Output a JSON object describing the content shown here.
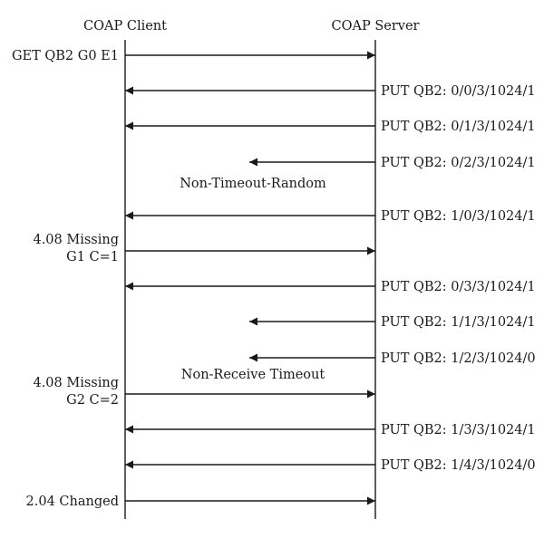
{
  "headers": {
    "client": "COAP Client",
    "server": "COAP Server"
  },
  "messages": [
    {
      "label": "GET QB2 G0 E1",
      "direction": "to-server",
      "kind": "full"
    },
    {
      "label": "PUT QB2: 0/0/3/1024/1",
      "direction": "to-client",
      "kind": "full"
    },
    {
      "label": "PUT QB2: 0/1/3/1024/1",
      "direction": "to-client",
      "kind": "full"
    },
    {
      "label": "PUT QB2: 0/2/3/1024/1",
      "direction": "to-client",
      "kind": "lost"
    },
    {
      "label": "PUT QB2: 1/0/3/1024/1",
      "direction": "to-client",
      "kind": "full"
    },
    {
      "label": [
        "4.08 Missing",
        "G1 C=1"
      ],
      "direction": "to-server",
      "kind": "full"
    },
    {
      "label": "PUT QB2: 0/3/3/1024/1",
      "direction": "to-client",
      "kind": "full"
    },
    {
      "label": "PUT QB2: 1/1/3/1024/1",
      "direction": "to-client",
      "kind": "lost"
    },
    {
      "label": "PUT QB2: 1/2/3/1024/0",
      "direction": "to-client",
      "kind": "lost"
    },
    {
      "label": [
        "4.08 Missing",
        "G2 C=2"
      ],
      "direction": "to-server",
      "kind": "full"
    },
    {
      "label": "PUT QB2: 1/3/3/1024/1",
      "direction": "to-client",
      "kind": "full"
    },
    {
      "label": "PUT QB2: 1/4/3/1024/0",
      "direction": "to-client",
      "kind": "full"
    },
    {
      "label": "2.04 Changed",
      "direction": "to-server",
      "kind": "full"
    }
  ],
  "annotations": [
    "Non-Timeout-Random",
    "Non-Receive Timeout"
  ]
}
